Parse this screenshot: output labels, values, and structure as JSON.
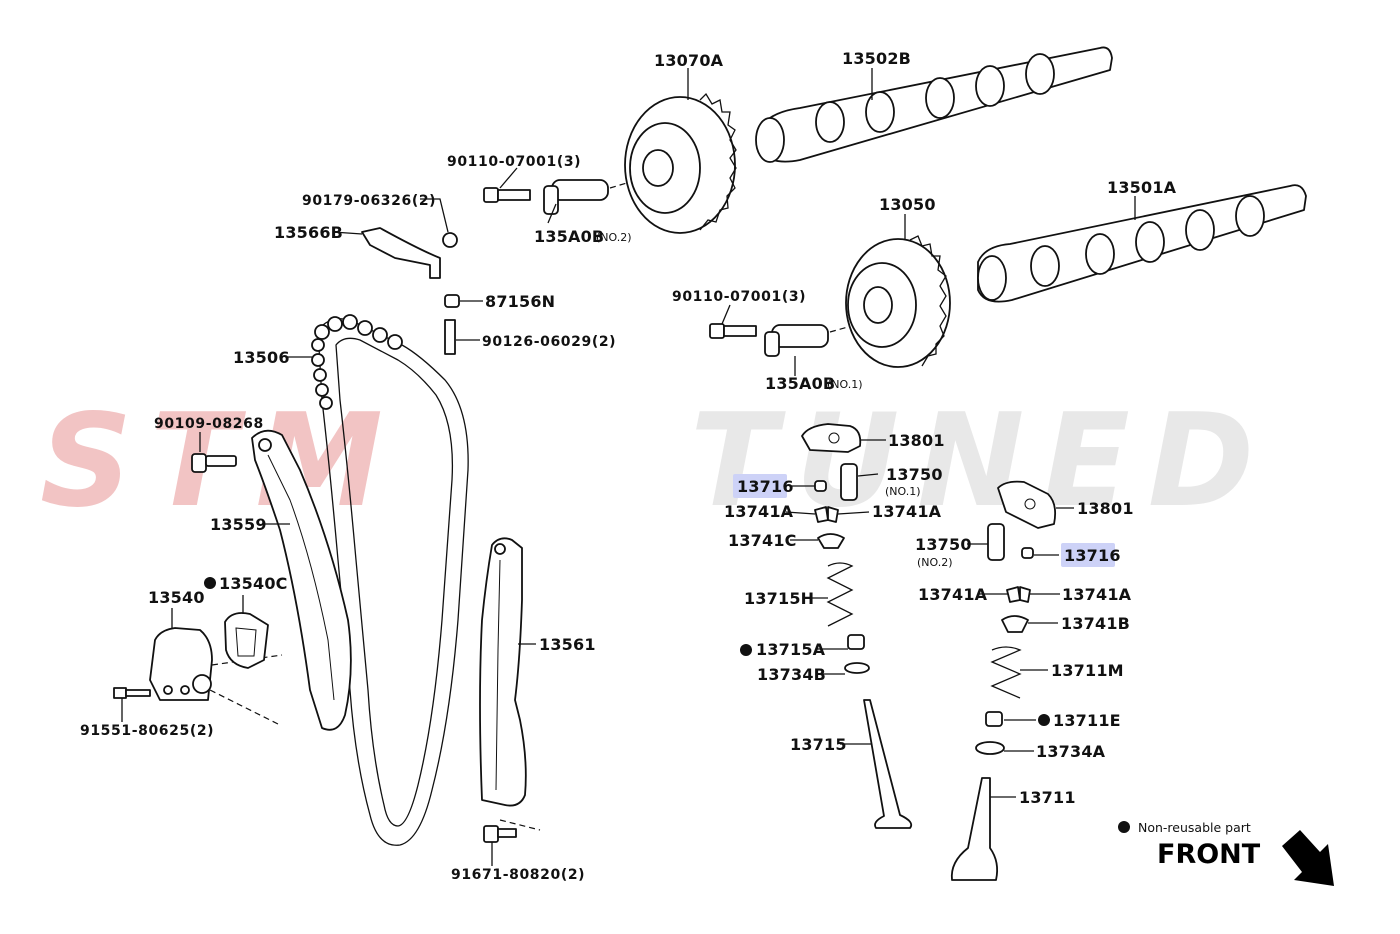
{
  "watermark": {
    "left_text": "STM",
    "right_text": "TUNED",
    "left_color": "#f2c4c4",
    "right_color": "#e8e8e8"
  },
  "highlight_color": "#cdd2f7",
  "legend": {
    "text": "Non-reusable part",
    "marker": "filled-circle-icon"
  },
  "front": {
    "text": "FRONT",
    "icon": "arrow-down-right-icon"
  },
  "parts": {
    "p13070A": "13070A",
    "p13502B": "13502B",
    "p90110_07001_3_a": "90110-07001(3)",
    "p90179_06326_2": "90179-06326(2)",
    "p13566B": "13566B",
    "p135A0B_a": "135A0B",
    "no2_a": "(NO.2)",
    "p13050": "13050",
    "p13501A": "13501A",
    "p87156N": "87156N",
    "p90126_06029_2": "90126-06029(2)",
    "p90110_07001_3_b": "90110-07001(3)",
    "p13506": "13506",
    "p135A0B_b": "135A0B",
    "no1_a": "(NO.1)",
    "p90109_08268": "90109-08268",
    "p13801_a": "13801",
    "p13716_a": "13716",
    "p13750_a": "13750",
    "no1_b": "(NO.1)",
    "p13741A_a": "13741A",
    "p13741A_b": "13741A",
    "p13801_b": "13801",
    "p13559": "13559",
    "p13741C": "13741C",
    "p13750_b": "13750",
    "no2_b": "(NO.2)",
    "p13716_b": "13716",
    "p13540C": "13540C",
    "p13540": "13540",
    "p13715H": "13715H",
    "p13741A_c": "13741A",
    "p13741A_d": "13741A",
    "p13561": "13561",
    "p13741B": "13741B",
    "p13715A": "13715A",
    "p13734B": "13734B",
    "p13711M": "13711M",
    "p91551_80625_2": "91551-80625(2)",
    "p13711E": "13711E",
    "p13715": "13715",
    "p13734A": "13734A",
    "p13711": "13711",
    "p91671_80820_2": "91671-80820(2)"
  }
}
